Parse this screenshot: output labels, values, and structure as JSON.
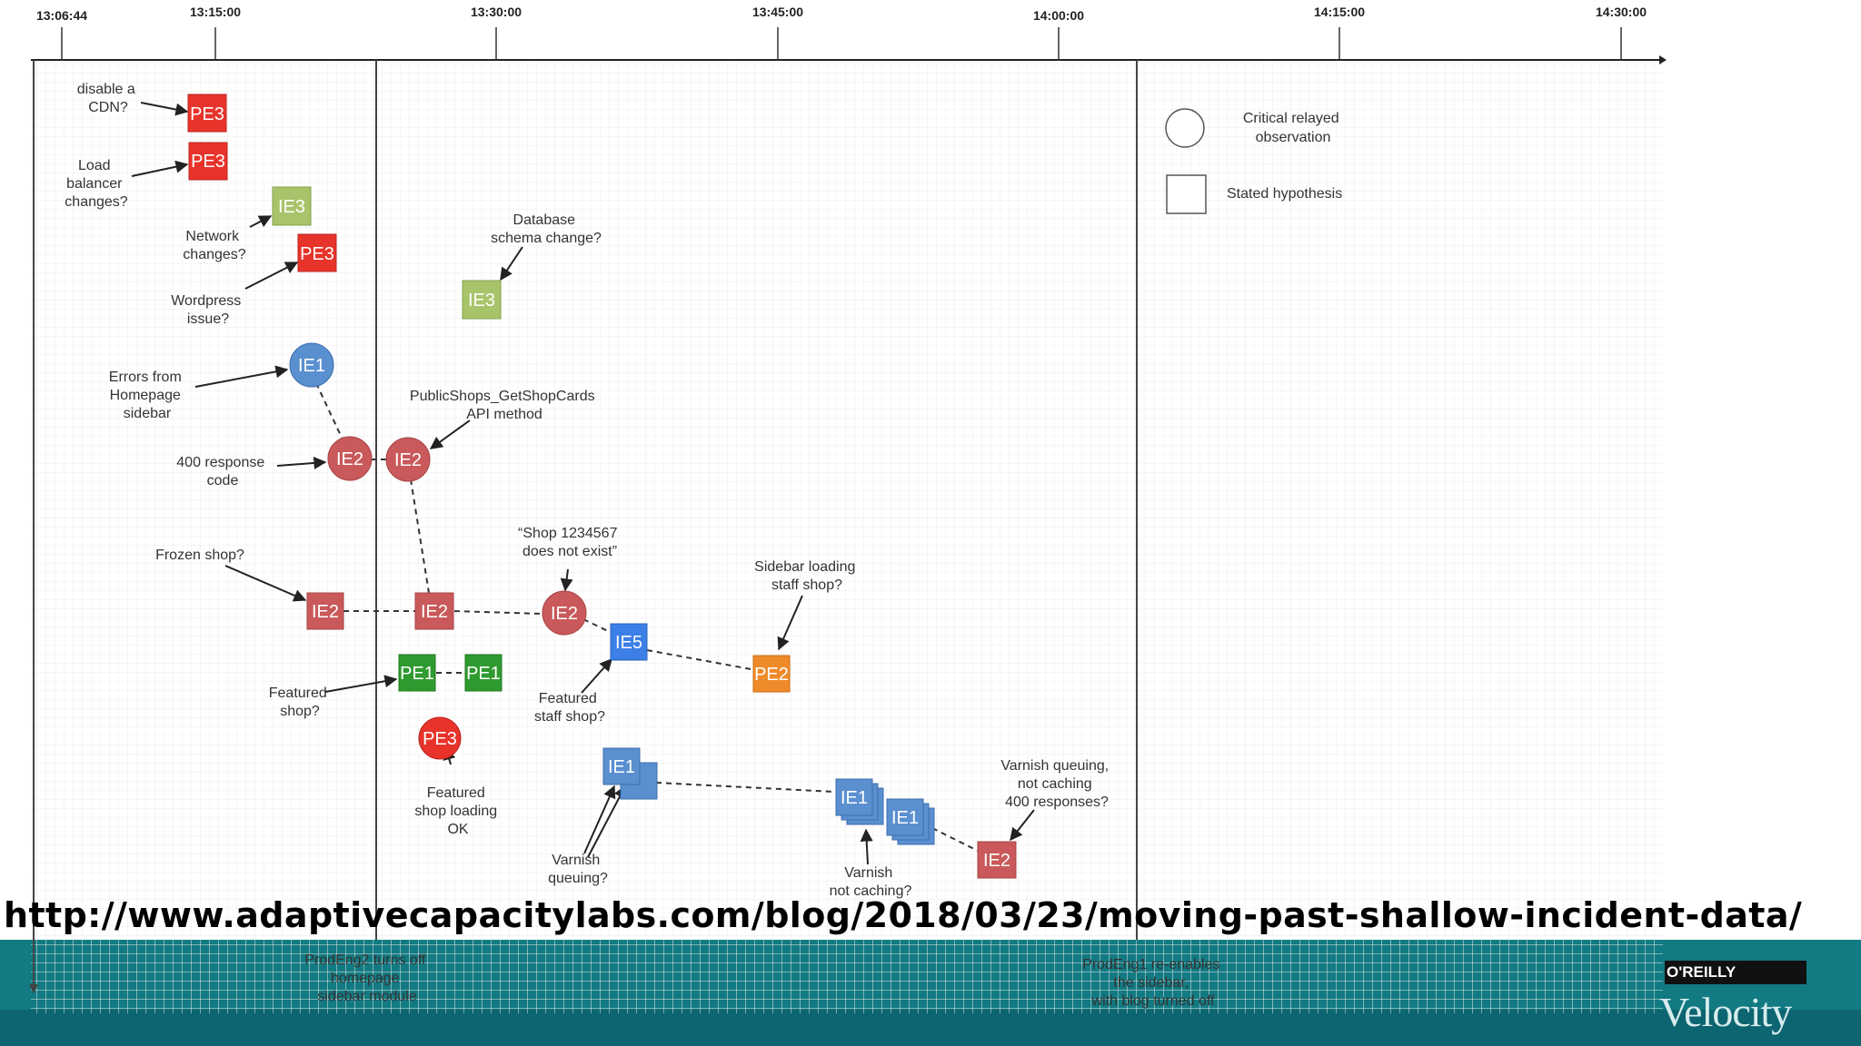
{
  "timeline": {
    "ticks": [
      "13:06:44",
      "13:15:00",
      "13:30:00",
      "13:45:00",
      "14:00:00",
      "14:15:00",
      "14:30:00"
    ]
  },
  "legend": {
    "circle_label": [
      "Critical relayed",
      "observation"
    ],
    "square_label": "Stated hypothesis"
  },
  "nodes": {
    "pe3_cdn": "PE3",
    "pe3_lb": "PE3",
    "ie3_network": "IE3",
    "pe3_wordpress": "PE3",
    "ie3_db": "IE3",
    "ie1_errors": "IE1",
    "ie2_400": "IE2",
    "ie2_api": "IE2",
    "ie2_frozen": "IE2",
    "ie2_mid": "IE2",
    "ie2_shop": "IE2",
    "ie5": "IE5",
    "pe2": "PE2",
    "pe1_a": "PE1",
    "pe1_b": "PE1",
    "pe3_featured": "PE3",
    "ie1_varnish_a": "IE1",
    "ie1_varnish_b": "IE1",
    "ie1_varnish_c": "IE1",
    "ie2_varnish": "IE2"
  },
  "labels": {
    "cdn": [
      "disable a",
      "CDN?"
    ],
    "lb": [
      "Load",
      "balancer",
      "changes?"
    ],
    "network": [
      "Network",
      "changes?"
    ],
    "wordpress": [
      "Wordpress",
      "issue?"
    ],
    "database": [
      "Database",
      "schema change?"
    ],
    "errors": [
      "Errors from",
      "Homepage",
      "sidebar"
    ],
    "api": [
      "PublicShops_GetShopCards",
      "API method"
    ],
    "resp400": [
      "400 response",
      "code"
    ],
    "frozen": "Frozen shop?",
    "shop_not_exist": [
      "“Shop 1234567",
      "does not exist”"
    ],
    "sidebar_staff": [
      "Sidebar loading",
      "staff shop?"
    ],
    "featured_shop": [
      "Featured",
      "shop?"
    ],
    "featured_staff": [
      "Featured",
      "staff shop?"
    ],
    "featured_loading": [
      "Featured",
      "shop loading",
      "OK"
    ],
    "varnish_queuing": [
      "Varnish",
      "queuing?"
    ],
    "varnish_not_caching": [
      "Varnish",
      "not caching?"
    ],
    "varnish_queuing_400": [
      "Varnish queuing,",
      "not caching",
      "400 responses?"
    ],
    "prodeng2": [
      "ProdEng2 turns off",
      "homepage",
      "sidebar module"
    ],
    "prodeng1": [
      "ProdEng1 re-enables",
      "the sidebar,",
      "with blog turned off"
    ]
  },
  "url": "http://www.adaptivecapacitylabs.com/blog/2018/03/23/moving-past-shallow-incident-data/",
  "brand": {
    "publisher": "O'REILLY",
    "conference": "Velocity"
  },
  "colors": {
    "red": "#e8332b",
    "muted_red": "#c9595a",
    "light_green": "#a8c46a",
    "dark_green": "#2f9a2f",
    "blue": "#5a8fd0",
    "bright_blue": "#3c7fe6",
    "orange": "#ef8a2a",
    "teal_band": "#127a82"
  }
}
